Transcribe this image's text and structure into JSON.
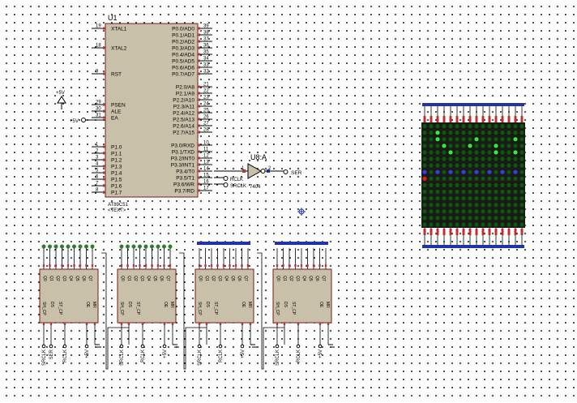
{
  "mcu": {
    "ref": "U1",
    "part": "AT89C51",
    "note": "<TEXT>",
    "left_pins": [
      {
        "num": "19",
        "label": "XTAL1"
      },
      {
        "num": "18",
        "label": "XTAL2"
      },
      {
        "num": "9",
        "label": "RST"
      },
      {
        "num": "29",
        "label": "PSEN"
      },
      {
        "num": "30",
        "label": "ALE"
      },
      {
        "num": "31",
        "label": "EA"
      },
      {
        "num": "1",
        "label": "P1.0"
      },
      {
        "num": "2",
        "label": "P1.1"
      },
      {
        "num": "3",
        "label": "P1.2"
      },
      {
        "num": "4",
        "label": "P1.3"
      },
      {
        "num": "5",
        "label": "P1.4"
      },
      {
        "num": "6",
        "label": "P1.5"
      },
      {
        "num": "7",
        "label": "P1.6"
      },
      {
        "num": "8",
        "label": "P1.7"
      }
    ],
    "right_pins": [
      {
        "num": "39",
        "label": "P0.0/AD0"
      },
      {
        "num": "38",
        "label": "P0.1/AD1"
      },
      {
        "num": "37",
        "label": "P0.2/AD2"
      },
      {
        "num": "36",
        "label": "P0.3/AD3"
      },
      {
        "num": "35",
        "label": "P0.4/AD4"
      },
      {
        "num": "34",
        "label": "P0.5/AD5"
      },
      {
        "num": "33",
        "label": "P0.6/AD6"
      },
      {
        "num": "32",
        "label": "P0.7/AD7"
      },
      {
        "num": "21",
        "label": "P2.0/A8"
      },
      {
        "num": "22",
        "label": "P2.1/A9"
      },
      {
        "num": "23",
        "label": "P2.2/A10"
      },
      {
        "num": "24",
        "label": "P2.3/A11"
      },
      {
        "num": "25",
        "label": "P2.4/A12"
      },
      {
        "num": "26",
        "label": "P2.5/A13"
      },
      {
        "num": "27",
        "label": "P2.6/A14"
      },
      {
        "num": "28",
        "label": "P2.7/A15"
      },
      {
        "num": "10",
        "label": "P3.0/RXD"
      },
      {
        "num": "11",
        "label": "P3.1/TXD"
      },
      {
        "num": "12",
        "label": "P3.2/INT0"
      },
      {
        "num": "13",
        "label": "P3.3/INT1"
      },
      {
        "num": "14",
        "label": "P3.4/T0"
      },
      {
        "num": "15",
        "label": "P3.5/T1"
      },
      {
        "num": "16",
        "label": "P3.6/WR"
      },
      {
        "num": "17",
        "label": "P3.7/RD"
      }
    ]
  },
  "power": {
    "supply_label": "+5V",
    "ea_label": "+5V"
  },
  "inverter": {
    "ref": "U8:A",
    "part": "7404",
    "pin_in": "1",
    "pin_out": "2"
  },
  "nets": {
    "rclk": "RCLK",
    "srclk": "SRCLK",
    "ser": "SER"
  },
  "shift_registers": [
    {
      "bottom_labels": [
        "SRCLK",
        "SER",
        "RCLK",
        "+5V"
      ]
    },
    {
      "bottom_labels": [
        "SRCLK",
        "RCLK",
        "+5V"
      ]
    },
    {
      "bottom_labels": [
        "SRCLK",
        "RCLK",
        "+5V"
      ]
    },
    {
      "bottom_labels": [
        "SRCLK",
        "RCLK",
        "+5V"
      ]
    }
  ],
  "shift_register_pins": {
    "outputs": [
      "Q0",
      "Q1",
      "Q2",
      "Q3",
      "Q4",
      "Q5",
      "Q6",
      "Q7"
    ],
    "inputs": [
      "SH_CP",
      "DS",
      "ST_CP",
      "OE",
      "MR"
    ]
  },
  "led_matrix": {
    "rows": 16,
    "cols": 16,
    "colors": {
      "on": "#33ee33",
      "off": "#0a5a0a",
      "red": "#e02020",
      "blue": "#3344dd",
      "frame": "#1a1a1a",
      "bus": "#2233aa"
    },
    "lit_pattern": [
      "0000000000000000",
      "0010000000000000",
      "0010000010000010",
      "0001000100010000",
      "0000100000010010",
      "0000000000000000",
      "0000000000000000",
      "0000000000000000",
      "0000000000000000",
      "0000000000000000",
      "0000000000000000",
      "0000000000000000",
      "0000000000000000",
      "0000000000000000",
      "0000000000000000",
      "0000000000000000"
    ]
  }
}
